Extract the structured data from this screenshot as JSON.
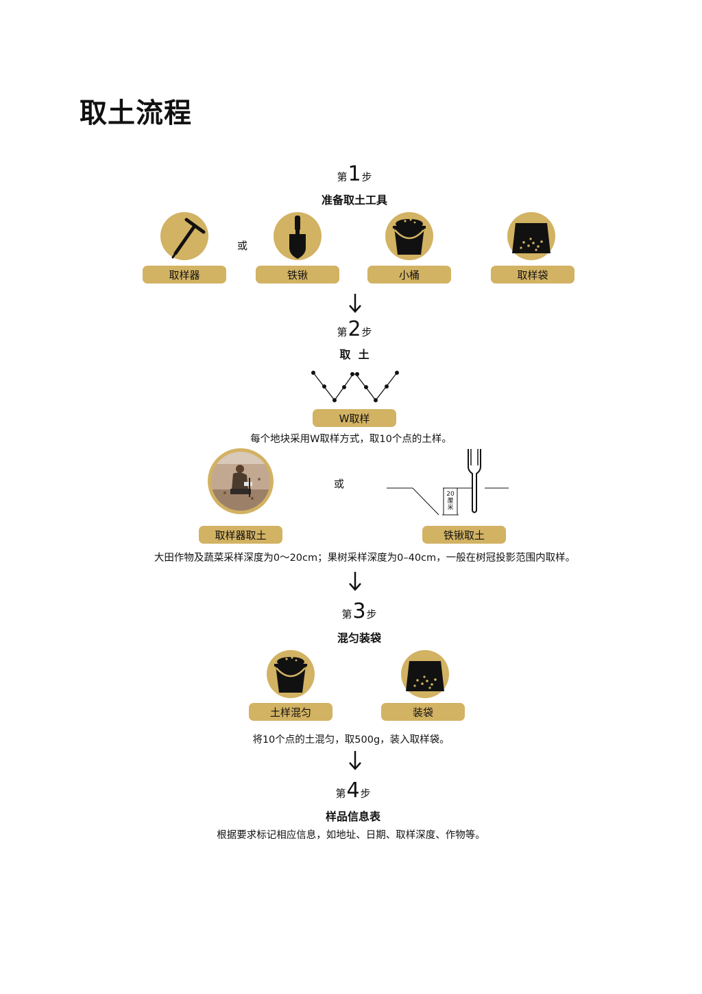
{
  "title": "取土流程",
  "step_prefix": "第",
  "step_suffix": "步",
  "steps": [
    {
      "num": "1",
      "heading": "准备取土工具"
    },
    {
      "num": "2",
      "heading": "取  土"
    },
    {
      "num": "3",
      "heading": "混匀装袋"
    },
    {
      "num": "4",
      "heading": "样品信息表"
    }
  ],
  "or_label": "或",
  "tools": [
    "取样器",
    "铁锹",
    "小桶",
    "取样袋"
  ],
  "w_label": "W取样",
  "w_desc": "每个地块采用W取样方式，取10个点的土样。",
  "method1": "取样器取土",
  "method2": "铁锹取土",
  "depth_label_num": "20",
  "depth_label_unit": "厘米",
  "depth_desc": "大田作物及蔬菜采样深度为0～20cm；果树采样深度为0–40cm，一般在树冠投影范围内取样。",
  "mix_items": [
    "土样混匀",
    "装袋"
  ],
  "mix_desc": "将10个点的土混匀，取500g，装入取样袋。",
  "info_desc": "根据要求标记相应信息，如地址、日期、取样深度、作物等。",
  "colors": {
    "accent": "#d2b263",
    "icon": "#111111"
  }
}
